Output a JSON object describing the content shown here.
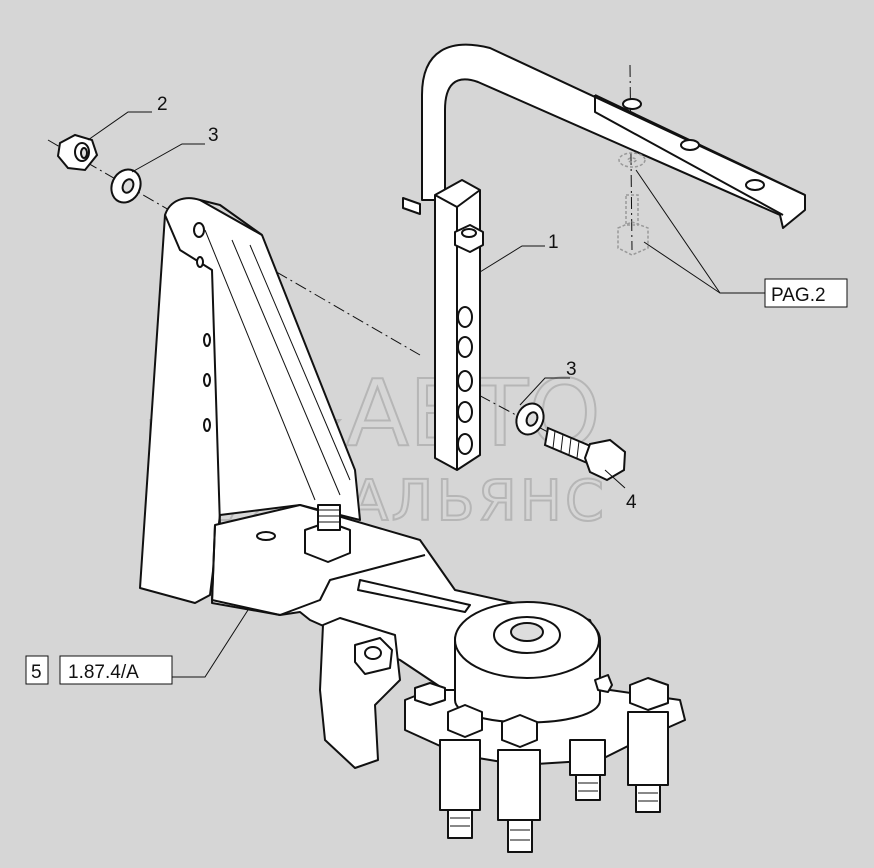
{
  "callouts": {
    "c1": "1",
    "c2": "2",
    "c3a": "3",
    "c3b": "3",
    "c4": "4"
  },
  "reference_box": {
    "label": "PAG.2"
  },
  "link_box": {
    "number": "5",
    "ref": "1.87.4/A"
  },
  "watermark": {
    "line1": "АВТО",
    "line2": "АЛЬЯНС"
  },
  "colors": {
    "background": "#d6d6d6",
    "part_fill": "#ffffff",
    "line": "#111111",
    "watermark": "#9c9c9c"
  }
}
